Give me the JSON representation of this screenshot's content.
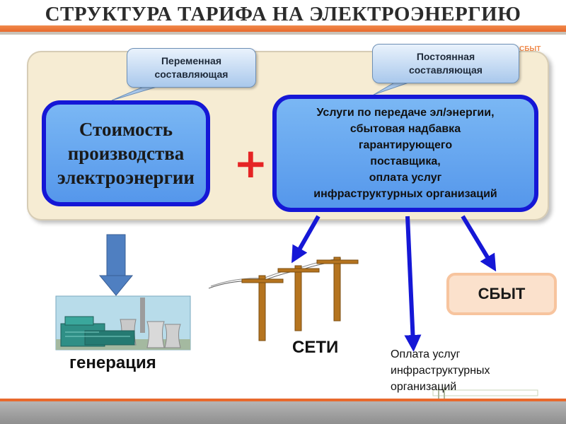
{
  "title": "СТРУКТУРА ТАРИФА НА ЭЛЕКТРОЭНЕРГИЮ",
  "callouts": {
    "variable": "Переменная\nсоставляющая",
    "constant": "Постоянная\nсоставляющая"
  },
  "boxes": {
    "production": "Стоимость\nпроизводства\nэлектроэнергии",
    "services": "Услуги по передаче эл/энергии,\nсбытовая надбавка\nгарантирующего\nпоставщика,\nоплата услуг\nинфраструктурных организаций"
  },
  "operator": "+",
  "labels": {
    "generation": "генерация",
    "networks": "СЕТИ",
    "sales": "СБЫТ",
    "infrastructure_payment": "Оплата услуг\nинфраструктурных\nорганизаций"
  },
  "colors": {
    "accent": "#e8692c",
    "box_border": "#1517d6",
    "box_fill": "#6aa8f0",
    "arrow": "#1517d6",
    "plus": "#e52424",
    "panel": "#f6ecd3"
  }
}
